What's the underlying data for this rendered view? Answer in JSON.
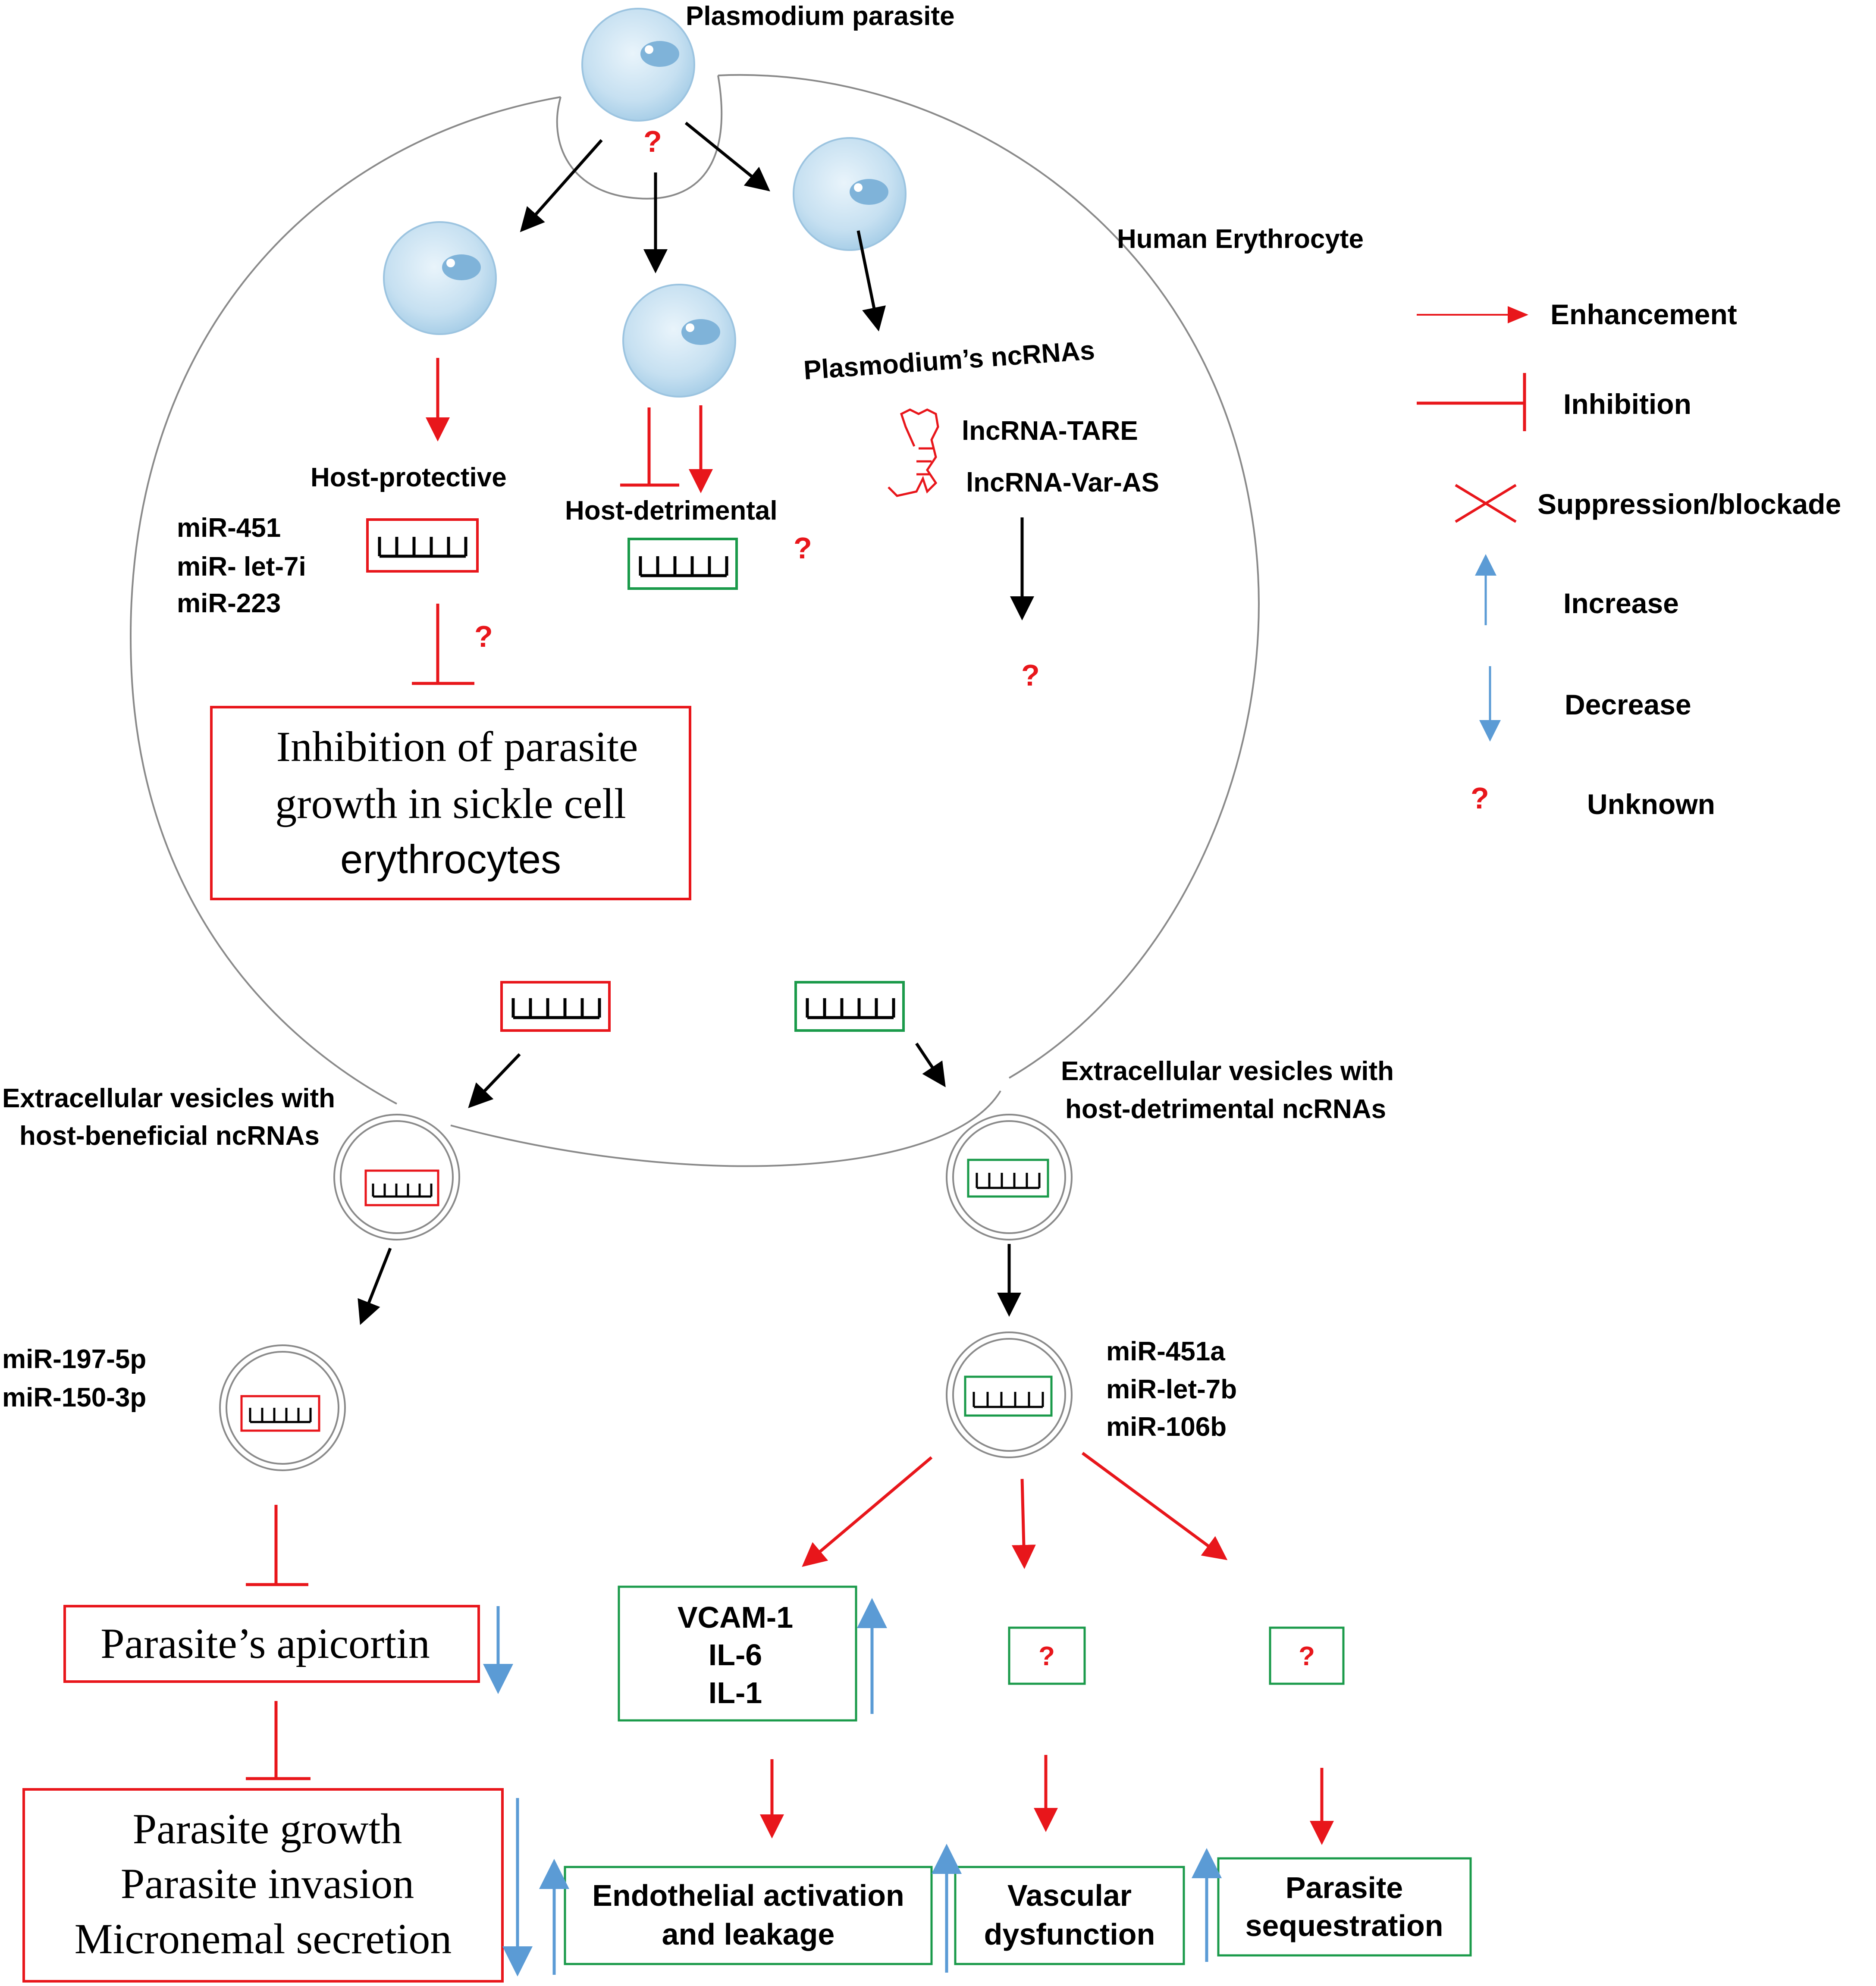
{
  "top": {
    "plasmodium_parasite": "Plasmodium parasite",
    "human_erythrocyte": "Human Erythrocyte",
    "plasmodium_ncrnas": "Plasmodium’s  ncRNAs",
    "lncrna_tare": "lncRNA-TARE",
    "lncrna_var_as": "lncRNA-Var-AS",
    "host_protective": "Host-protective",
    "host_detrimental": "Host-detrimental",
    "host_mirnas": [
      "miR-451",
      "miR- let-7i",
      "miR-223"
    ],
    "inhibition_box": [
      "Inhibition of parasite",
      "growth in sickle cell",
      "erythrocytes"
    ],
    "unknown_mark": "?"
  },
  "vesicles": {
    "left_label": [
      "Extracellular vesicles with",
      "host-beneficial ncRNAs"
    ],
    "right_label": [
      "Extracellular vesicles with",
      "host-detrimental ncRNAs"
    ]
  },
  "left_branch": {
    "mirnas": [
      "miR-197-5p",
      "miR-150-3p"
    ],
    "apicortin": "Parasite’s apicortin",
    "outcomes": [
      "Parasite growth",
      "Parasite invasion",
      "Micronemal secretion"
    ]
  },
  "right_branch": {
    "mirnas": [
      "miR-451a",
      "miR-let-7b",
      "miR-106b"
    ],
    "markers": [
      "VCAM-1",
      "IL-6",
      "IL-1"
    ],
    "unknown_mark": "?",
    "endothelial": [
      "Endothelial activation",
      "and leakage"
    ],
    "vascular": [
      "Vascular",
      "dysfunction"
    ],
    "sequestration": [
      "Parasite",
      "sequestration"
    ]
  },
  "legend": {
    "enhancement": "Enhancement",
    "inhibition": "Inhibition",
    "suppression": "Suppression/blockade",
    "increase": "Increase",
    "decrease": "Decrease",
    "unknown_mark": "?",
    "unknown": "Unknown"
  },
  "colors": {
    "red": "#e8161b",
    "green": "#1a9a4a",
    "blue": "#5b9bd5",
    "black": "#000000",
    "outline": "#8a8a8a"
  }
}
